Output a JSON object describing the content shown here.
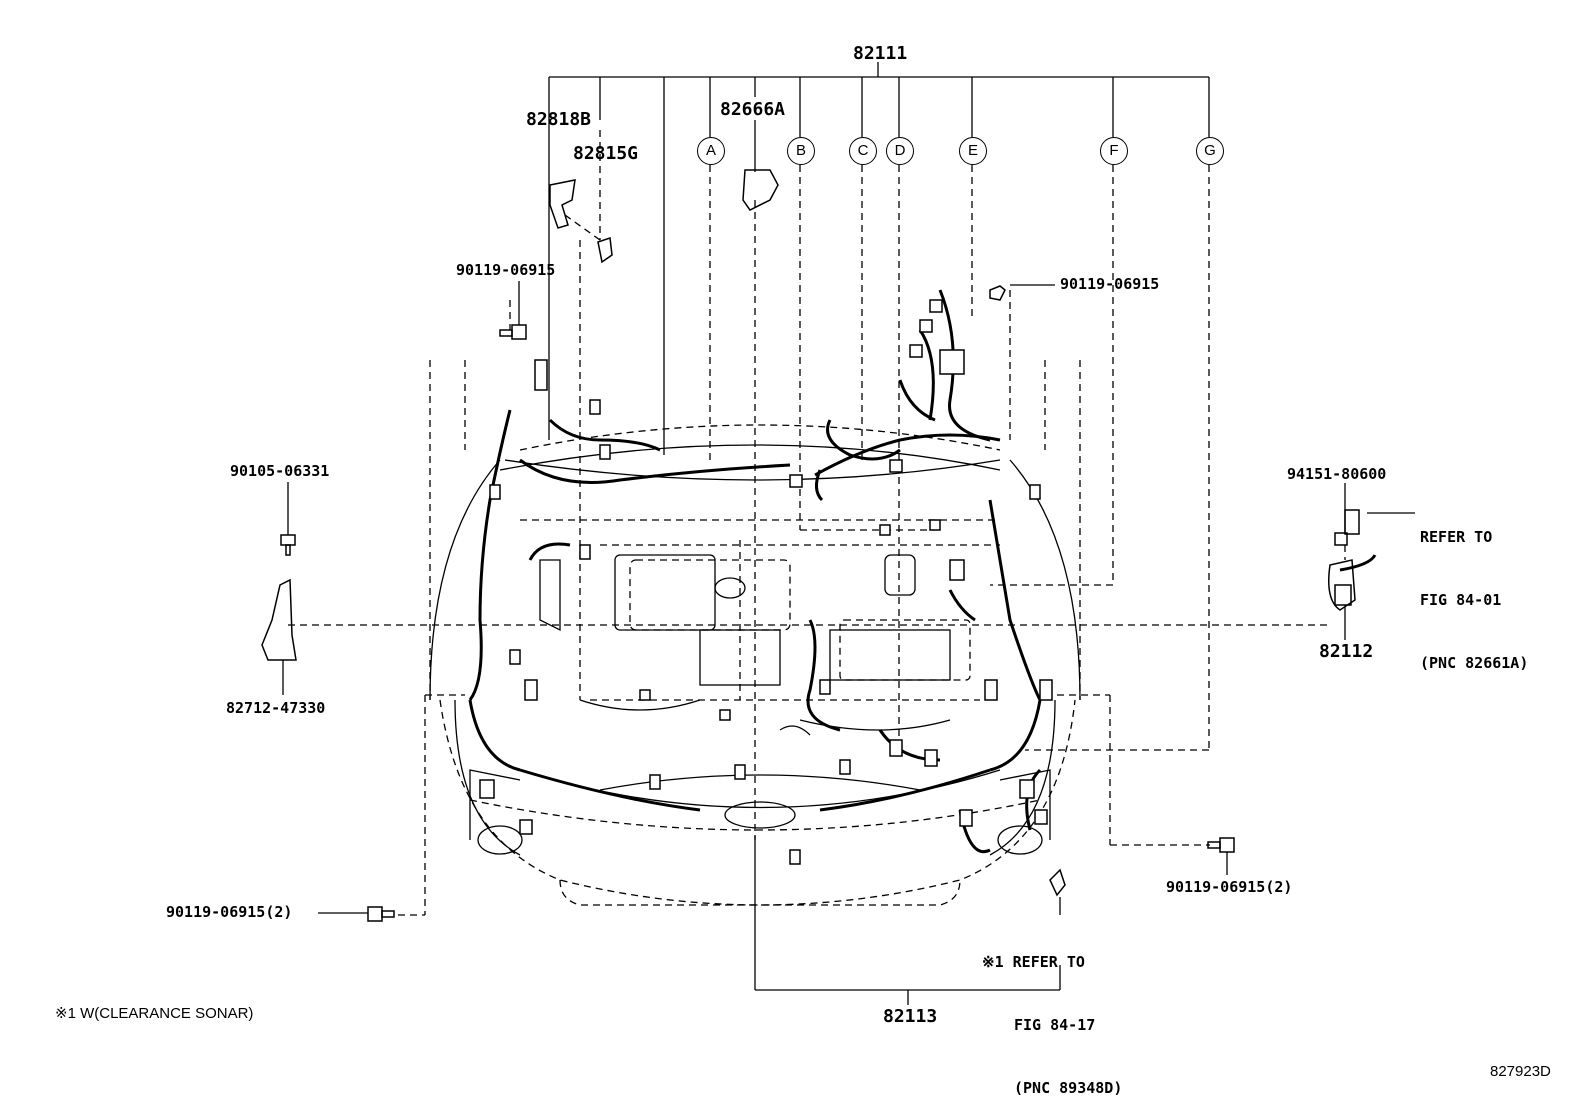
{
  "parts": {
    "p82111": "82111",
    "p82666a": "82666A",
    "p82818b": "82818B",
    "p82815g": "82815G",
    "bolt_top_left": "90119-06915",
    "bolt_top_right": "90119-06915",
    "p90105": "90105-06331",
    "p82712": "82712-47330",
    "p94151": "94151-80600",
    "p82112": "82112",
    "p82113": "82113",
    "bolt_bottom_left": "90119-06915(2)",
    "bolt_bottom_right": "90119-06915(2)"
  },
  "connectors": [
    "A",
    "B",
    "C",
    "D",
    "E",
    "F",
    "G"
  ],
  "refs": {
    "fig_84_01": [
      "REFER TO",
      "FIG 84-01",
      "(PNC 82661A)"
    ],
    "fig_84_17": [
      "※1 REFER TO",
      "FIG 84-17",
      "(PNC 89348D)"
    ]
  },
  "footnote": "※1 W(CLEARANCE SONAR)",
  "figure_id": "827923D"
}
